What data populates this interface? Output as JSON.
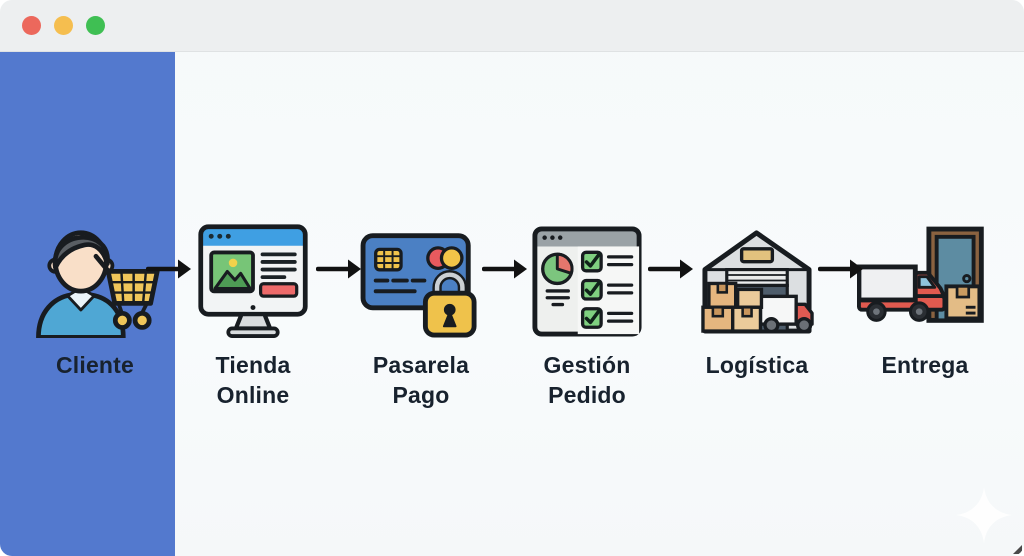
{
  "titlebar": {
    "traffic_lights": [
      {
        "name": "close",
        "color": "#EC685C"
      },
      {
        "name": "minimize",
        "color": "#F5BE4F"
      },
      {
        "name": "maximize",
        "color": "#3FBF53"
      }
    ]
  },
  "flow": {
    "steps": [
      {
        "label": "Cliente",
        "icon": "customer-with-cart-icon"
      },
      {
        "label": "Tienda Online",
        "icon": "online-store-monitor-icon"
      },
      {
        "label": "Pasarela Pago",
        "icon": "credit-card-padlock-icon"
      },
      {
        "label": "Gestión Pedido",
        "icon": "order-checklist-icon"
      },
      {
        "label": "Logística",
        "icon": "warehouse-truck-icon"
      },
      {
        "label": "Entrega",
        "icon": "delivery-truck-door-icon"
      }
    ],
    "connector_icon": "arrow-right-icon",
    "connector_count": 5
  },
  "decorations": [
    {
      "icon": "sparkle-watermark-icon"
    },
    {
      "icon": "corner-resize-arrow-icon"
    }
  ],
  "colors": {
    "sidebar_blue": "#5379CE",
    "titlebar_gray": "#EDEFF0",
    "canvas_bg": "#F7FAFB",
    "label_text": "#18222E",
    "arrow": "#121212"
  }
}
